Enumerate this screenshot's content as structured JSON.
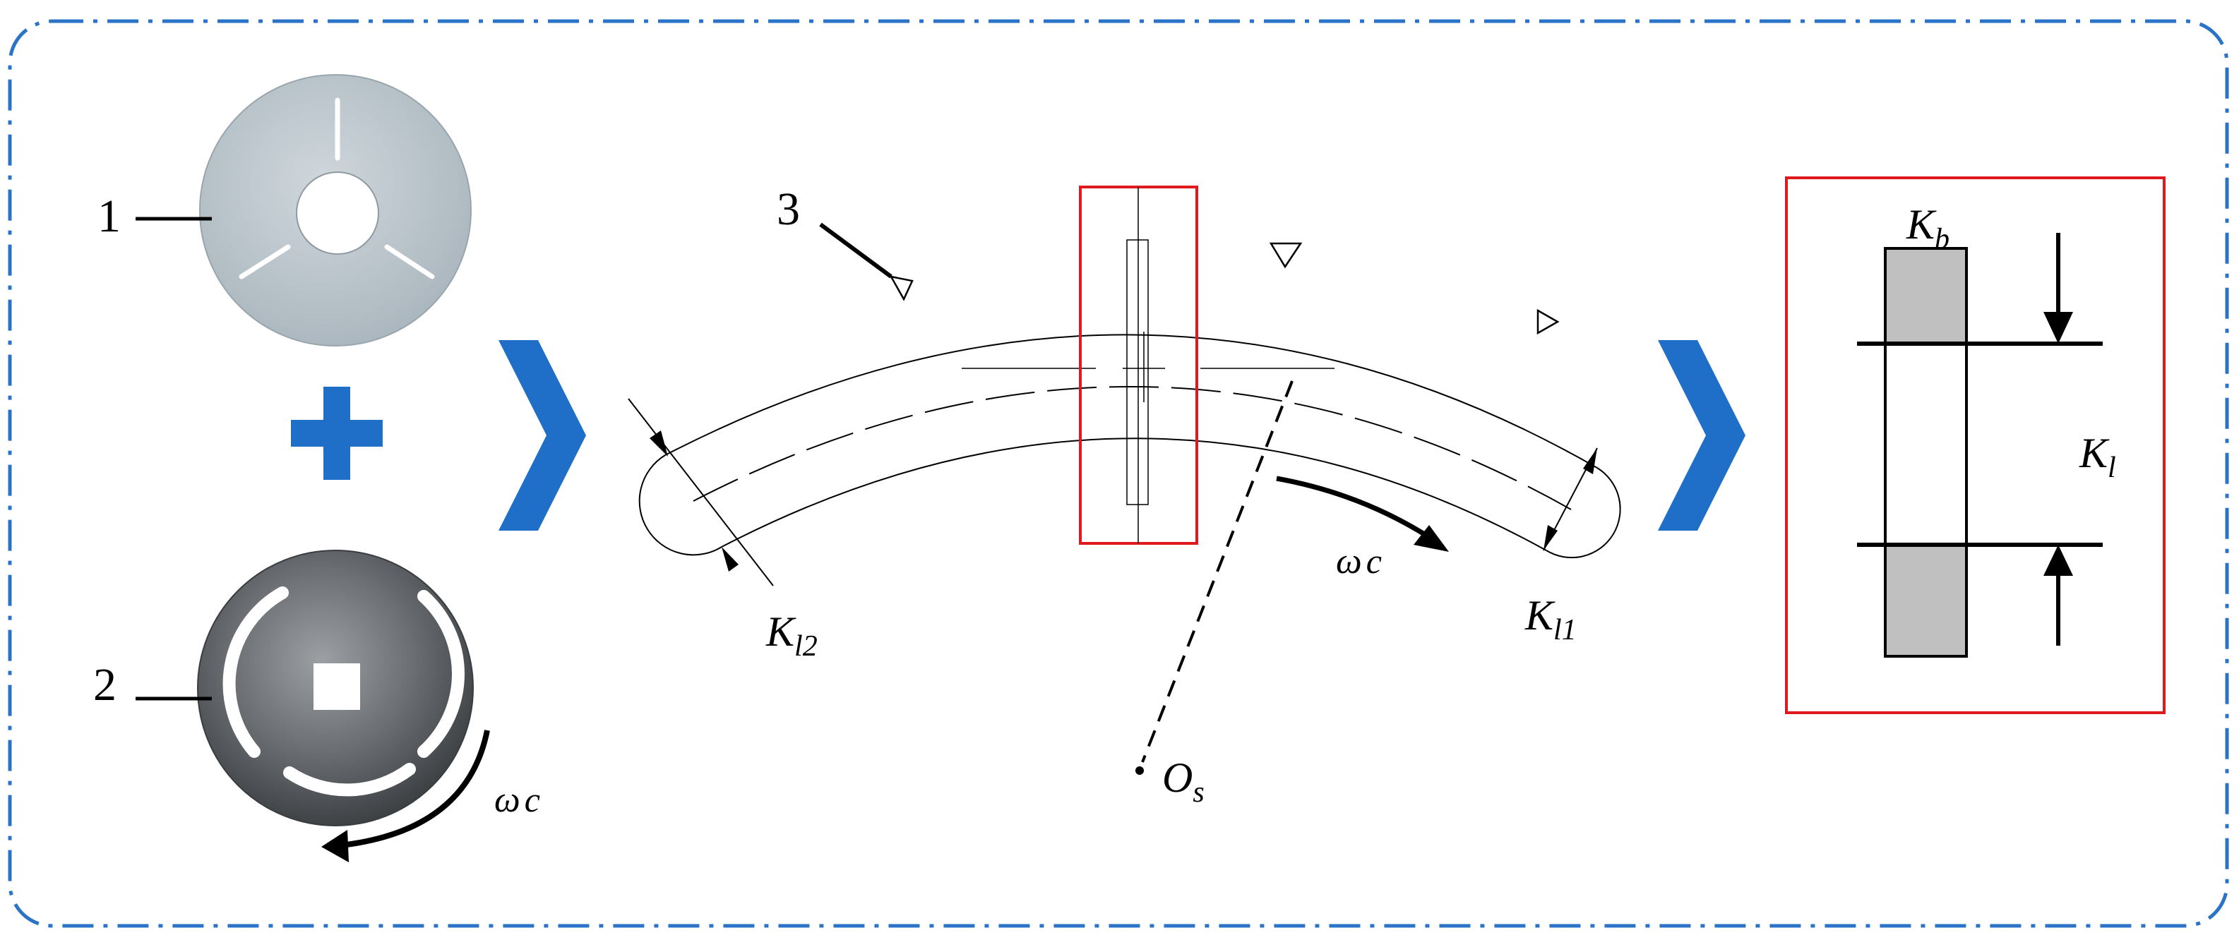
{
  "labels": {
    "part1": "1",
    "part2": "2",
    "part3": "3",
    "omega_left_main": "ω",
    "omega_left_sub": "c",
    "omega_mid_main": "ω",
    "omega_mid_sub": "c",
    "kl2_main": "K",
    "kl2_sub": "l2",
    "kl1_main": "K",
    "kl1_sub": "l1",
    "os_main": "O",
    "os_sub": "s",
    "kb_main": "K",
    "kb_sub": "b",
    "kl_main": "K",
    "kl_sub": "l"
  },
  "colors": {
    "frame": "#2a73c6",
    "chevron": "#1f6fc9",
    "plus": "#1f6fc9",
    "highlight": "#e0191f",
    "disk1": "#b9c4cb",
    "disk2": "#6f7377",
    "gray_fill": "#c0c0c0"
  },
  "icons": {
    "separator": "chevron-right-icon",
    "combine": "plus-icon"
  }
}
